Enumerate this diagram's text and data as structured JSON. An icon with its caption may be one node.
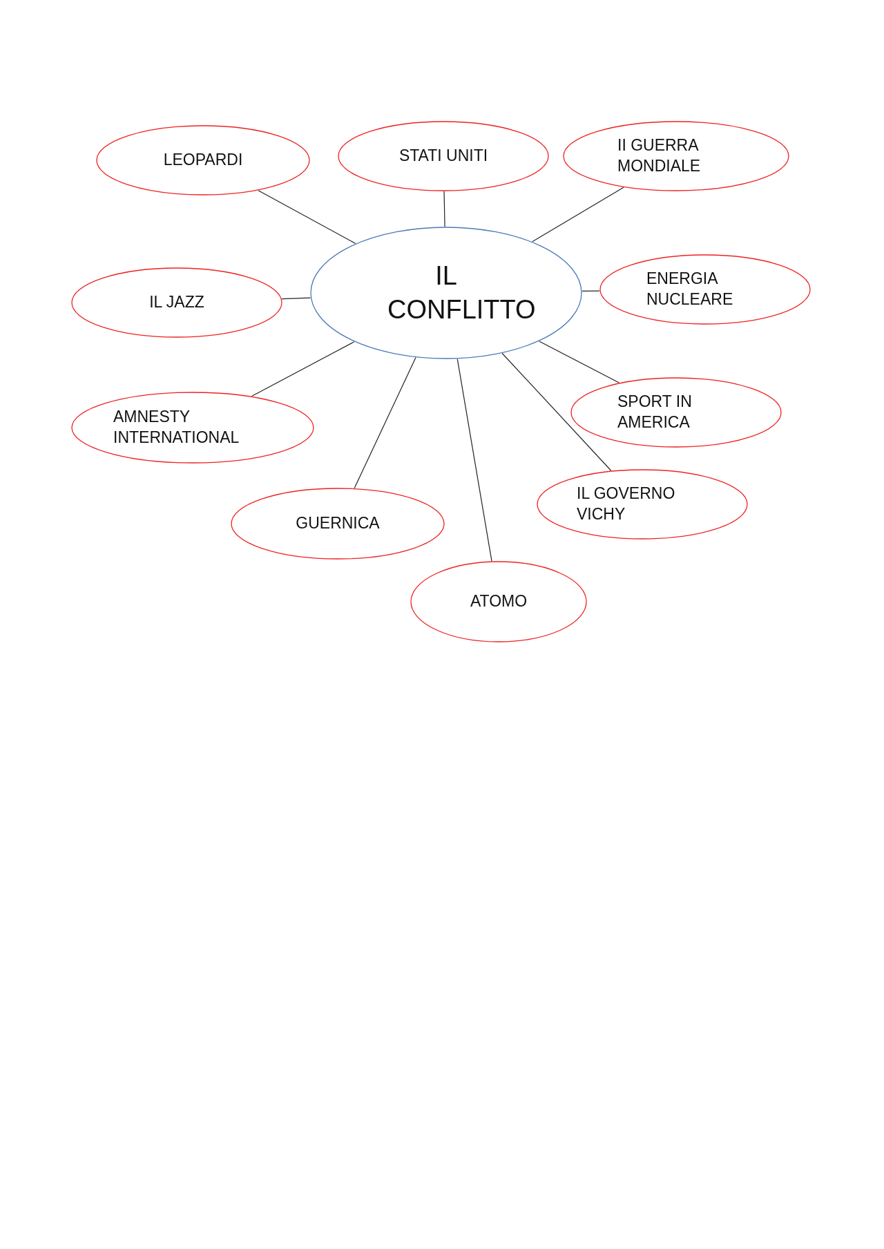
{
  "diagram": {
    "nodes": [
      {
        "text": [
          "IL CONFLITTO"
        ]
      },
      {
        "text": [
          "LEOPARDI"
        ]
      },
      {
        "text": [
          "STATI UNITI"
        ]
      },
      {
        "text": [
          "II GUERRA MONDIALE"
        ]
      },
      {
        "text": [
          "IL JAZZ"
        ]
      },
      {
        "text": [
          "ENERGIA NUCLEARE"
        ]
      },
      {
        "text": [
          "AMNESTY INTERNATIONAL"
        ]
      },
      {
        "text": [
          "SPORT IN AMERICA"
        ]
      },
      {
        "text": [
          "GUERNICA"
        ]
      },
      {
        "text": [
          "IL GOVERNO VICHY"
        ]
      },
      {
        "text": [
          "ATOMO"
        ]
      }
    ],
    "edges": [
      {
        "from": 0,
        "to": 1,
        "arrow": "none"
      },
      {
        "from": 0,
        "to": 2,
        "arrow": "none"
      },
      {
        "from": 0,
        "to": 3,
        "arrow": "none"
      },
      {
        "from": 0,
        "to": 4,
        "arrow": "none"
      },
      {
        "from": 0,
        "to": 5,
        "arrow": "none"
      },
      {
        "from": 0,
        "to": 6,
        "arrow": "none"
      },
      {
        "from": 0,
        "to": 7,
        "arrow": "none"
      },
      {
        "from": 0,
        "to": 8,
        "arrow": "none"
      },
      {
        "from": 0,
        "to": 9,
        "arrow": "none"
      },
      {
        "from": 0,
        "to": 10,
        "arrow": "none"
      }
    ]
  }
}
